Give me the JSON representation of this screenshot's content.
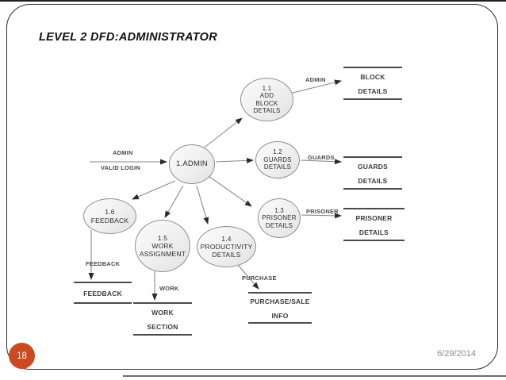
{
  "slide": {
    "title": "LEVEL 2 DFD:ADMINISTRATOR",
    "page_number": "18",
    "date": "6/29/2014"
  },
  "diagram": {
    "type": "data-flow-diagram",
    "processes": {
      "admin": {
        "label": "1.ADMIN"
      },
      "p11": {
        "label": [
          "1.1",
          "ADD",
          "BLOCK",
          "DETAILS"
        ]
      },
      "p12": {
        "label": [
          "1.2",
          "GUARDS",
          "DETAILS"
        ]
      },
      "p13": {
        "label": [
          "1.3",
          "PRISONER",
          "DETAILS"
        ]
      },
      "p14": {
        "label": [
          "1.4",
          "PRODUCTIVITY",
          "DETAILS"
        ]
      },
      "p15": {
        "label": [
          "1.5",
          "WORK",
          "ASSIGNMENT"
        ]
      },
      "p16": {
        "label": [
          "1.6",
          "FEEDBACK"
        ]
      }
    },
    "stores": {
      "block": {
        "label": [
          "BLOCK",
          "DETAILS"
        ]
      },
      "guards": {
        "label": [
          "GUARDS",
          "DETAILS"
        ]
      },
      "prisoner": {
        "label": [
          "PRISONER",
          "DETAILS"
        ]
      },
      "feedback": {
        "label": [
          "FEEDBACK"
        ]
      },
      "work_section": {
        "label": [
          "WORK",
          "SECTION"
        ]
      },
      "purchase_sale": {
        "label": [
          "PURCHASE/SALE",
          "INFO"
        ]
      }
    },
    "flows": {
      "admin_in": {
        "label": "ADMIN"
      },
      "valid_login": {
        "label": "VALID LOGIN"
      },
      "admin_to_block": {
        "label": "ADMIN"
      },
      "guards_out": {
        "label": "GUARDS"
      },
      "prisoner_out": {
        "label": "PRISONER"
      },
      "purchase_out": {
        "label": "PURCHASE"
      },
      "feedback_out": {
        "label": "FEEDBACK"
      },
      "work_out": {
        "label": "WORK"
      }
    }
  },
  "colors": {
    "page_badge": "#cb4a21",
    "process_border": "#8f8f8f",
    "store_line": "#4a4a4a",
    "flow_line": "#8a8a8a",
    "arrowhead": "#2b2b2b",
    "frame_border": "#2e2e2e"
  }
}
